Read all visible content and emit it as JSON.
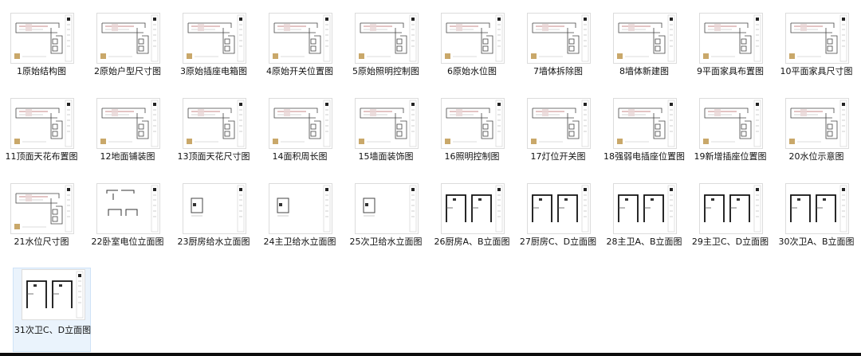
{
  "window": {
    "view": "large-icons",
    "files": [
      {
        "label": "1原始结构图",
        "kind": "plan"
      },
      {
        "label": "2原始户型尺寸图",
        "kind": "plan"
      },
      {
        "label": "3原始插座电箱图",
        "kind": "plan"
      },
      {
        "label": "4原始开关位置图",
        "kind": "plan"
      },
      {
        "label": "5原始照明控制图",
        "kind": "plan"
      },
      {
        "label": "6原始水位图",
        "kind": "plan"
      },
      {
        "label": "7墙体拆除图",
        "kind": "plan"
      },
      {
        "label": "8墙体新建图",
        "kind": "plan"
      },
      {
        "label": "9平面家具布置图",
        "kind": "plan"
      },
      {
        "label": "10平面家具尺寸图",
        "kind": "plan"
      },
      {
        "label": "11顶面天花布置图",
        "kind": "plan"
      },
      {
        "label": "12地面铺装图",
        "kind": "plan"
      },
      {
        "label": "13顶面天花尺寸图",
        "kind": "plan"
      },
      {
        "label": "14面积周长图",
        "kind": "plan"
      },
      {
        "label": "15墙面装饰图",
        "kind": "plan"
      },
      {
        "label": "16照明控制图",
        "kind": "plan"
      },
      {
        "label": "17灯位开关图",
        "kind": "plan"
      },
      {
        "label": "18强弱电插座位置图",
        "kind": "plan"
      },
      {
        "label": "19新增插座位置图",
        "kind": "plan"
      },
      {
        "label": "20水位示意图",
        "kind": "plan"
      },
      {
        "label": "21水位尺寸图",
        "kind": "plan"
      },
      {
        "label": "22卧室电位立面图",
        "kind": "elevation-wide"
      },
      {
        "label": "23厨房给水立面图",
        "kind": "elevation-small"
      },
      {
        "label": "24主卫给水立面图",
        "kind": "elevation-small"
      },
      {
        "label": "25次卫给水立面图",
        "kind": "elevation-small"
      },
      {
        "label": "26厨房A、B立面图",
        "kind": "elevation-frames"
      },
      {
        "label": "27厨房C、D立面图",
        "kind": "elevation-frames"
      },
      {
        "label": "28主卫A、B立面图",
        "kind": "elevation-frames"
      },
      {
        "label": "29主卫C、D立面图",
        "kind": "elevation-frames"
      },
      {
        "label": "30次卫A、B立面图",
        "kind": "elevation-frames"
      },
      {
        "label": "31次卫C、D立面图",
        "kind": "elevation-frames"
      }
    ],
    "selected_index": 30
  }
}
